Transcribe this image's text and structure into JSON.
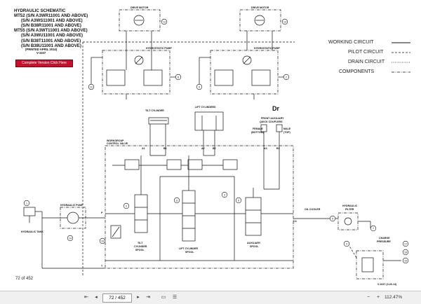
{
  "title_lines": [
    "HYDRAULIC SCHEMATIC",
    "MT52 (S/N A3WR11001 AND ABOVE)",
    "(S/N A3WS11001 AND ABOVE)",
    "(S/N B38R11001 AND ABOVE)",
    "MT55 (S/N A3WT11001 AND ABOVE)",
    "(S/N A3WU11001 AND ABOVE)",
    "(S/N B38T11001 AND ABOVE)",
    "(S/N B38U11001 AND ABOVE)"
  ],
  "printed": "(PRINTED APRIL 2014)",
  "printed_code": "V-1037",
  "red_button": "Complete Version Click Here",
  "legend": {
    "working": "WORKING CIRCUIT",
    "pilot": "PILOT CIRCUIT",
    "drain": "DRAIN CIRCUIT",
    "components": "COMPONENTS"
  },
  "labels": {
    "drive_motor_1": "DRIVE MOTOR",
    "drive_motor_2": "DRIVE MOTOR",
    "hydrostatic_pump_1": "HYDROSTATIC PUMP",
    "hydrostatic_pump_2": "HYDROSTATIC PUMP",
    "tilt_cylinder": "TILT CYLINDER",
    "lift_cylinders": "LIFT CYLINDERS",
    "front_aux_1": "FRONT AUXILIARY",
    "front_aux_2": "QUICK COUPLERS",
    "female": "FEMALE",
    "bottom": "(BOTTOM)",
    "male": "MALE",
    "top": "(TOP)",
    "workgroup_1": "WORKGROUP",
    "workgroup_2": "CONTROL VALVE",
    "hydraulic_pump": "HYDRAULIC PUMP",
    "hydraulic_tank": "HYDRAULIC TANK",
    "tilt_spool_1": "TILT",
    "tilt_spool_2": "CYLINDER",
    "tilt_spool_3": "SPOOL",
    "lift_spool_1": "LIFT CYLINDER",
    "lift_spool_2": "SPOOL",
    "aux_spool_1": "AUXILIARY",
    "aux_spool_2": "SPOOL",
    "oil_cooler": "OIL COOLER",
    "hyd_filter_1": "HYDRAULIC",
    "hyd_filter_2": "FILTER",
    "charge_1": "CHARGE",
    "charge_2": "PRESSURE",
    "port_a1": "A1",
    "port_b1": "B1",
    "port_a2": "A2",
    "port_b2": "B2",
    "port_a3": "A3",
    "port_b3": "B3",
    "port_p": "P",
    "port_t": "T",
    "port_c4": "C4",
    "dr": "Dr",
    "footer_code": "V-1037 (3-26-14)"
  },
  "callouts": [
    "13",
    "13",
    "12",
    "8",
    "9",
    "2",
    "2",
    "1",
    "14",
    "10",
    "11",
    "3",
    "6",
    "5",
    "7",
    "4",
    "17",
    "16",
    "15"
  ],
  "page_counter": "72 of 452",
  "statusbar": {
    "page_value": "72 / 452",
    "zoom": "112.47%"
  }
}
